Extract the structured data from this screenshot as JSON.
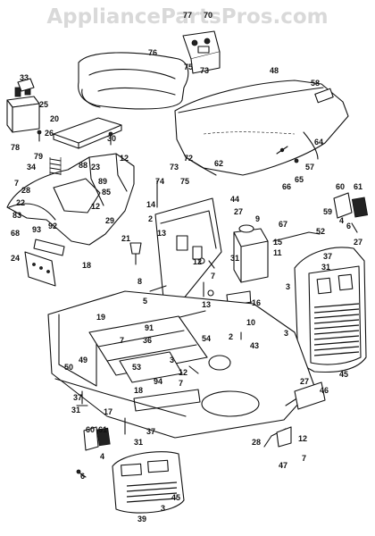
{
  "watermark": "AppliancePartsPros.com",
  "parts": {
    "p2": "2",
    "p3": "3",
    "p4": "4",
    "p5": "5",
    "p6": "6",
    "p7": "7",
    "p8": "8",
    "p9": "9",
    "p10": "10",
    "p11": "11",
    "p12": "12",
    "p13": "13",
    "p14": "14",
    "p15": "15",
    "p16": "16",
    "p17": "17",
    "p18": "18",
    "p19": "19",
    "p20": "20",
    "p21": "21",
    "p22": "22",
    "p23": "23",
    "p24": "24",
    "p25": "25",
    "p26": "26",
    "p27": "27",
    "p28": "28",
    "p29": "29",
    "p30": "30",
    "p31": "31",
    "p33": "33",
    "p34": "34",
    "p36": "36",
    "p37": "37",
    "p39": "39",
    "p43": "43",
    "p44": "44",
    "p45": "45",
    "p46": "46",
    "p47": "47",
    "p48": "48",
    "p49": "49",
    "p50": "50",
    "p52": "52",
    "p53": "53",
    "p54": "54",
    "p57": "57",
    "p58": "58",
    "p59": "59",
    "p60": "60",
    "p61": "61",
    "p62": "62",
    "p64": "64",
    "p65": "65",
    "p66": "66",
    "p67": "67",
    "p68": "68",
    "p70": "70",
    "p72": "72",
    "p73": "73",
    "p74": "74",
    "p75": "75",
    "p76": "76",
    "p77": "77",
    "p78": "78",
    "p79": "79",
    "p83": "83",
    "p85": "85",
    "p88": "88",
    "p89": "89",
    "p91": "91",
    "p92": "92",
    "p93": "93",
    "p94": "94"
  }
}
